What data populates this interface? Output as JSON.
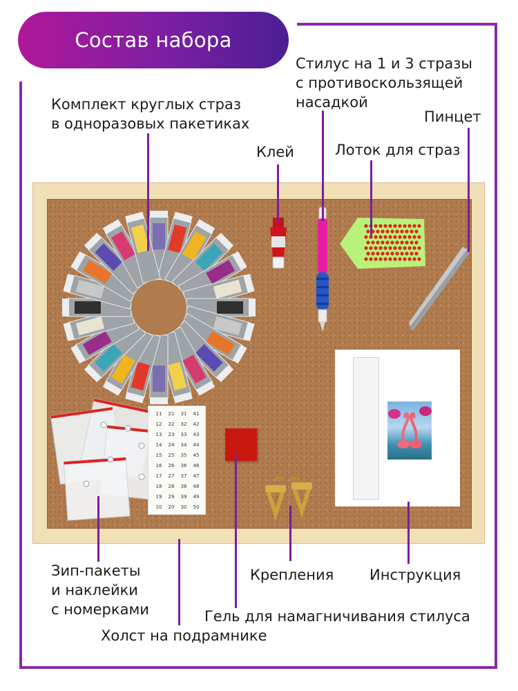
{
  "header": {
    "title": "Состав набора"
  },
  "labels": {
    "rhinestones": [
      "Комплект круглых страз",
      "в одноразовых пакетиках"
    ],
    "stylus": [
      "Стилус на 1 и 3 стразы",
      "с противоскользящей",
      "насадкой"
    ],
    "tweezers": "Пинцет",
    "glue": "Клей",
    "tray": "Лоток для страз",
    "zip": [
      "Зип-пакеты",
      "и наклейки",
      "с номерками"
    ],
    "mounts": "Крепления",
    "instruction": "Инструкция",
    "gel": "Гель для намагничивания стилуса",
    "canvas": "Холст на подрамнике"
  },
  "colors": {
    "accent": "#7a1e9c",
    "banner_start": "#b0189a",
    "banner_end": "#4b1e94",
    "cork": "#b07b4e",
    "stretcher": "#f1dfb5"
  },
  "sticker_numbers": [
    "11",
    "21",
    "31",
    "41",
    "12",
    "22",
    "32",
    "42",
    "13",
    "23",
    "33",
    "43",
    "14",
    "24",
    "34",
    "44",
    "15",
    "25",
    "35",
    "45",
    "16",
    "26",
    "36",
    "46",
    "17",
    "27",
    "37",
    "47",
    "18",
    "28",
    "38",
    "48",
    "19",
    "29",
    "39",
    "49",
    "10",
    "20",
    "30",
    "50"
  ]
}
